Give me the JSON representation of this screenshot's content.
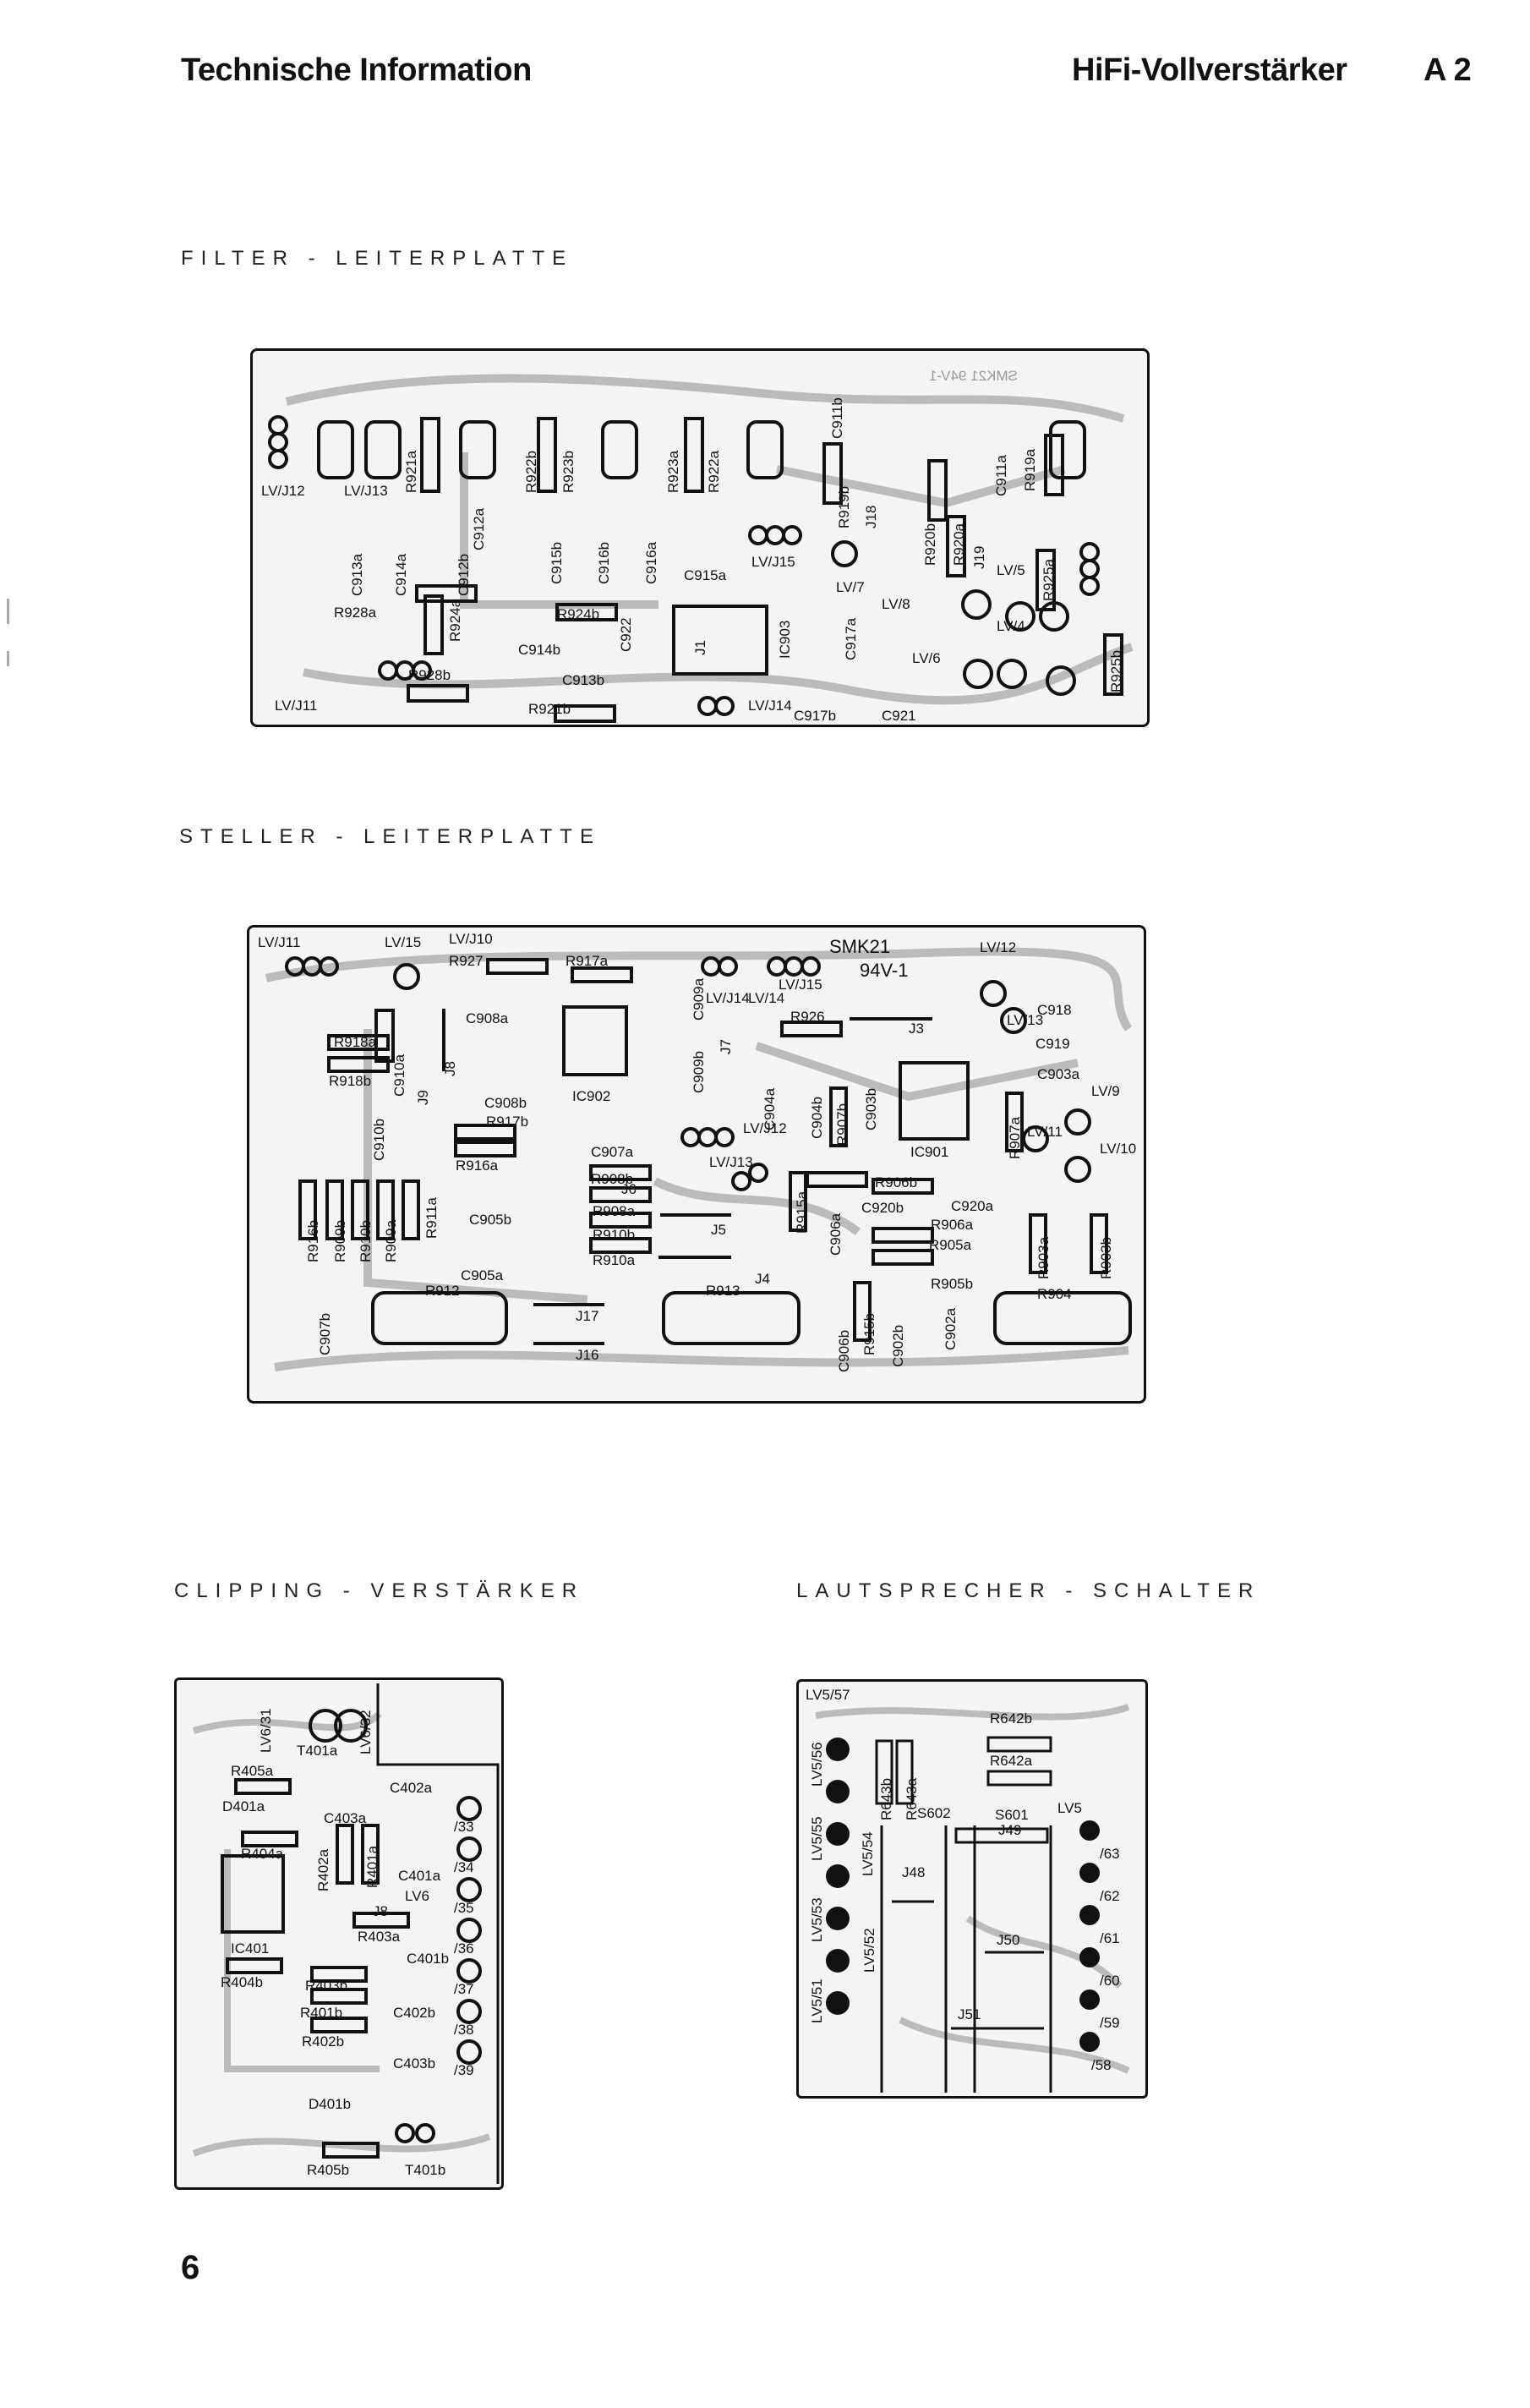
{
  "header": {
    "left_title": "Technische Information",
    "product": "HiFi-Vollverstärker",
    "code": "A 2"
  },
  "sections": {
    "filter": "FILTER - LEITERPLATTE",
    "steller": "STELLER - LEITERPLATTE",
    "clipping": "CLIPPING - VERSTÄRKER",
    "lautsprecher": "LAUTSPRECHER - SCHALTER"
  },
  "filter_labels": [
    "R921a",
    "R922b",
    "R923b",
    "R923a",
    "R922a",
    "C911b",
    "R919b",
    "C911a",
    "R919a",
    "C912a",
    "C912b",
    "C913a",
    "C914a",
    "R928a",
    "R924a",
    "R924b",
    "C915b",
    "C916b",
    "C916a",
    "C915a",
    "C914b",
    "C913b",
    "R928b",
    "R921b",
    "C922",
    "IC903",
    "J1",
    "J18",
    "R920b",
    "R920a",
    "J19",
    "C917a",
    "R925a",
    "R925b",
    "C917b",
    "C921",
    "LV/J12",
    "LV/J13",
    "LV/J11",
    "LV/J14",
    "LV/J15",
    "LV/7",
    "LV/8",
    "LV/6",
    "LV/4",
    "LV/5",
    "SMK21 94V-1"
  ],
  "steller_labels": [
    "LV/J11",
    "LV/15",
    "LV/J10",
    "R927",
    "R917a",
    "SMK21",
    "94V-1",
    "LV/12",
    "C908a",
    "C909a",
    "LV/J14",
    "LV/14",
    "LV/J15",
    "R926",
    "J3",
    "C918",
    "LV/13",
    "C919",
    "R918a",
    "R918b",
    "C910a",
    "J8",
    "J9",
    "IC902",
    "C909b",
    "J7",
    "C904a",
    "C904b",
    "R907b",
    "C903b",
    "C903a",
    "LV/9",
    "C908b",
    "C910b",
    "R917b",
    "R916a",
    "C907a",
    "R908b",
    "J6",
    "LV/J12",
    "IC901",
    "R907a",
    "LV/11",
    "LV/10",
    "R916b",
    "R909b",
    "R910b",
    "R909a",
    "R911a",
    "C905b",
    "R908a",
    "LV/J13",
    "R915a",
    "C906a",
    "C920b",
    "R906b",
    "R906a",
    "C920a",
    "R903a",
    "R903b",
    "J5",
    "R910b",
    "R905a",
    "C905a",
    "R910a",
    "J4",
    "R905b",
    "C907b",
    "R912",
    "R913",
    "R915b",
    "C902b",
    "C902a",
    "R904",
    "J17",
    "J16",
    "C906b"
  ],
  "clipping_labels": [
    "LV6/31",
    "LV6/32",
    "T401a",
    "R405a",
    "C402a",
    "D401a",
    "C403a",
    "R404a",
    "R402a",
    "R401a",
    "C401a",
    "LV6",
    "J8",
    "R403a",
    "IC401",
    "C401b",
    "R404b",
    "R403b",
    "R401b",
    "C402b",
    "R402b",
    "C403b",
    "D401b",
    "R405b",
    "T401b",
    "/33",
    "/34",
    "/35",
    "/36",
    "/37",
    "/38",
    "/39"
  ],
  "lautsprecher_labels": [
    "LV5/57",
    "LV5/56",
    "LV5/55",
    "LV5/54",
    "LV5/53",
    "LV5/52",
    "LV5/51",
    "R643b",
    "R643a",
    "R642b",
    "R642a",
    "S602",
    "S601",
    "LV5",
    "J49",
    "J48",
    "J50",
    "J51",
    "/63",
    "/62",
    "/61",
    "/60",
    "/59",
    "/58"
  ],
  "page_number": "6"
}
